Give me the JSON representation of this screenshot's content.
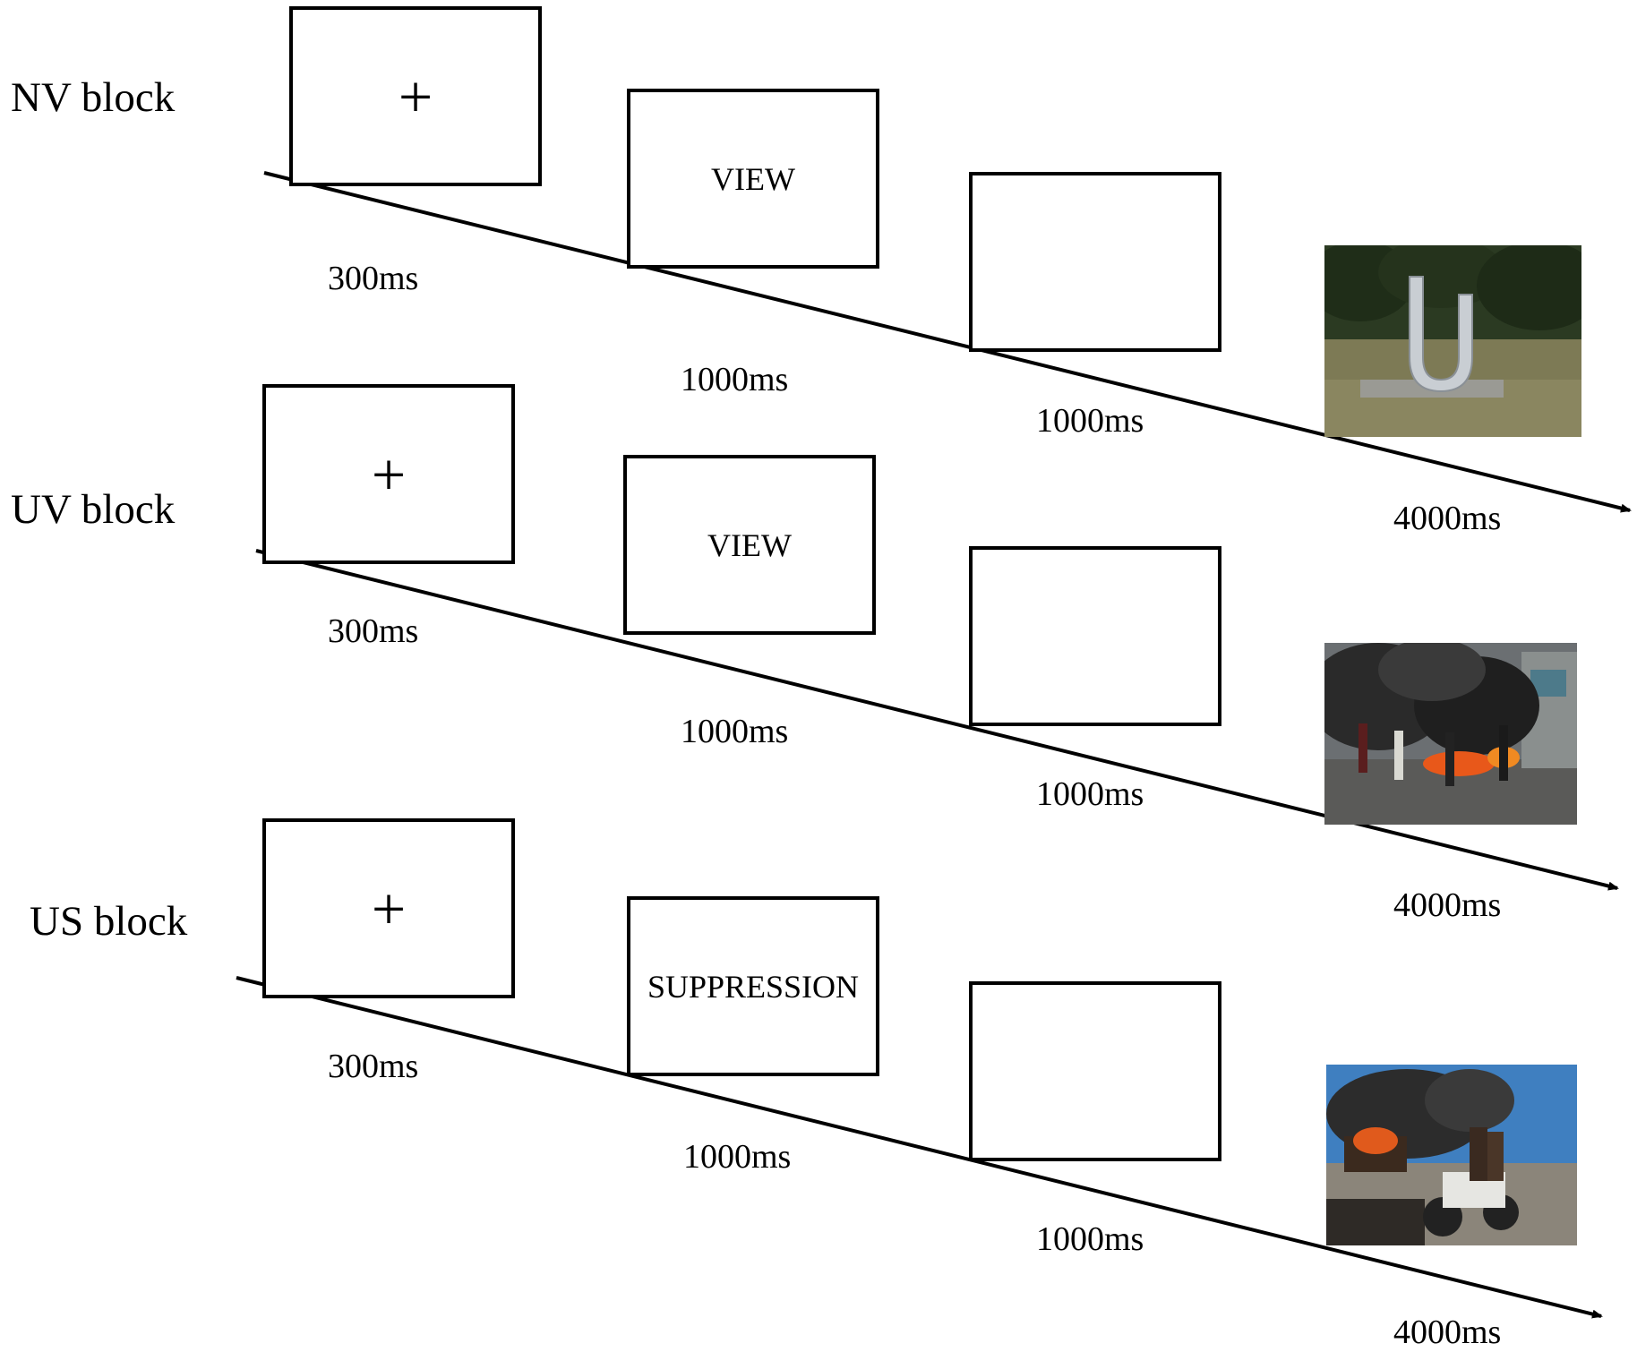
{
  "blocks": [
    {
      "label": "NV block",
      "fixation": "+",
      "cue": "VIEW",
      "durations": {
        "fixation": "300ms",
        "cue": "1000ms",
        "blank": "1000ms",
        "picture": "4000ms"
      },
      "picture_icon": "steel-sculpture-park-photo"
    },
    {
      "label": "UV block",
      "fixation": "+",
      "cue": "VIEW",
      "durations": {
        "fixation": "300ms",
        "cue": "1000ms",
        "blank": "1000ms",
        "picture": "4000ms"
      },
      "picture_icon": "street-riot-fire-photo"
    },
    {
      "label": "US block",
      "fixation": "+",
      "cue": "SUPPRESSION",
      "durations": {
        "fixation": "300ms",
        "cue": "1000ms",
        "blank": "1000ms",
        "picture": "4000ms"
      },
      "picture_icon": "motorbike-burning-street-photo"
    }
  ],
  "colors": {
    "line": "#000000",
    "background": "#ffffff"
  }
}
